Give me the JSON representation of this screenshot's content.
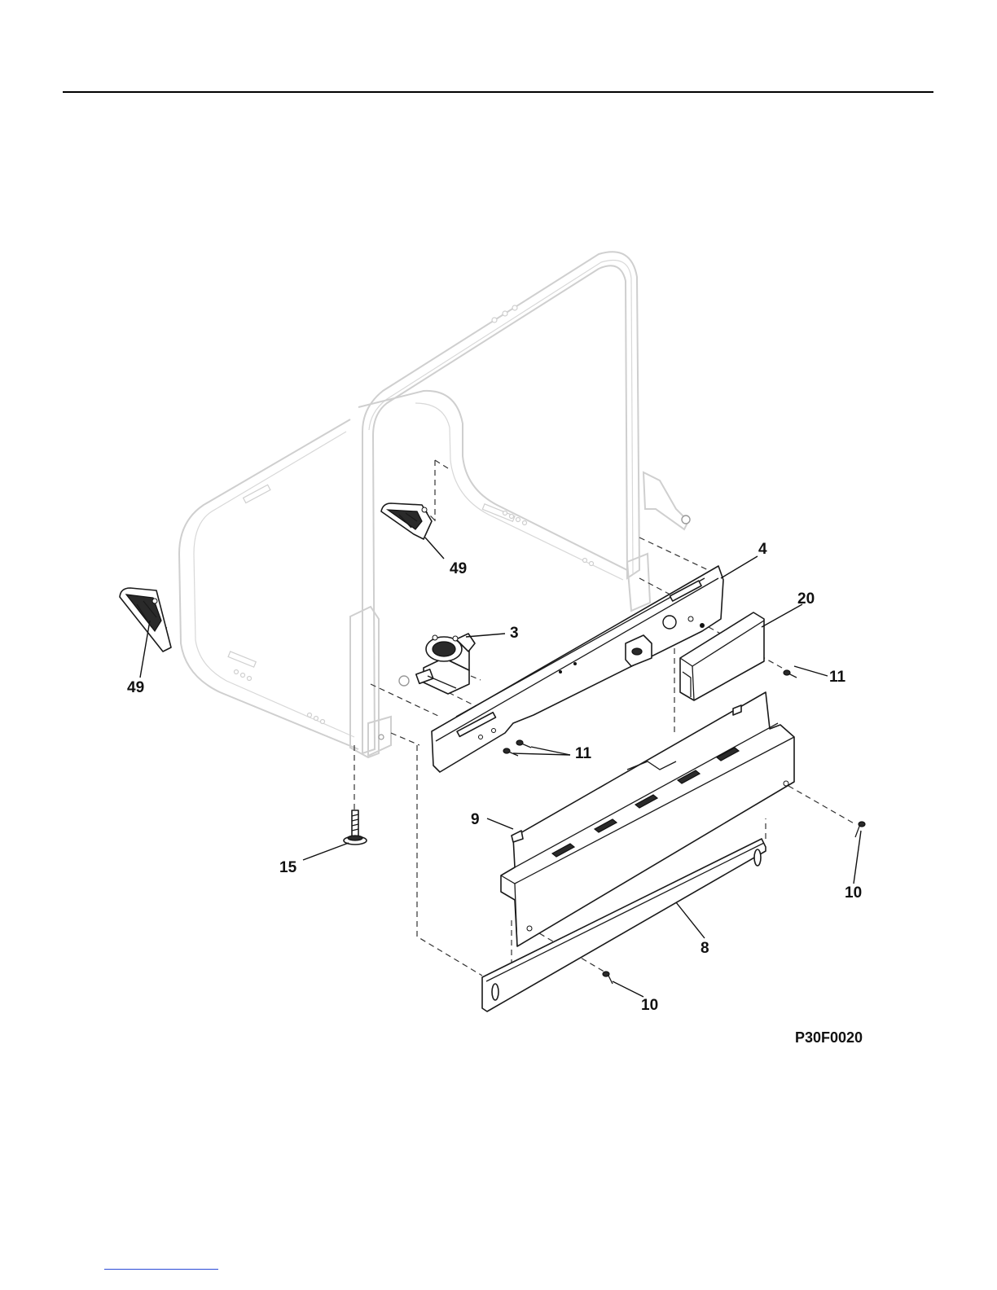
{
  "diagram": {
    "drawing_id": "P30F0020",
    "callouts": [
      {
        "id": "callout-4",
        "label": "4"
      },
      {
        "id": "callout-20",
        "label": "20"
      },
      {
        "id": "callout-3",
        "label": "3"
      },
      {
        "id": "callout-11-right",
        "label": "11"
      },
      {
        "id": "callout-11-center",
        "label": "11"
      },
      {
        "id": "callout-49-upper",
        "label": "49"
      },
      {
        "id": "callout-49-left",
        "label": "49"
      },
      {
        "id": "callout-9",
        "label": "9"
      },
      {
        "id": "callout-15",
        "label": "15"
      },
      {
        "id": "callout-10-right",
        "label": "10"
      },
      {
        "id": "callout-10-bottom",
        "label": "10"
      },
      {
        "id": "callout-8",
        "label": "8"
      }
    ]
  }
}
